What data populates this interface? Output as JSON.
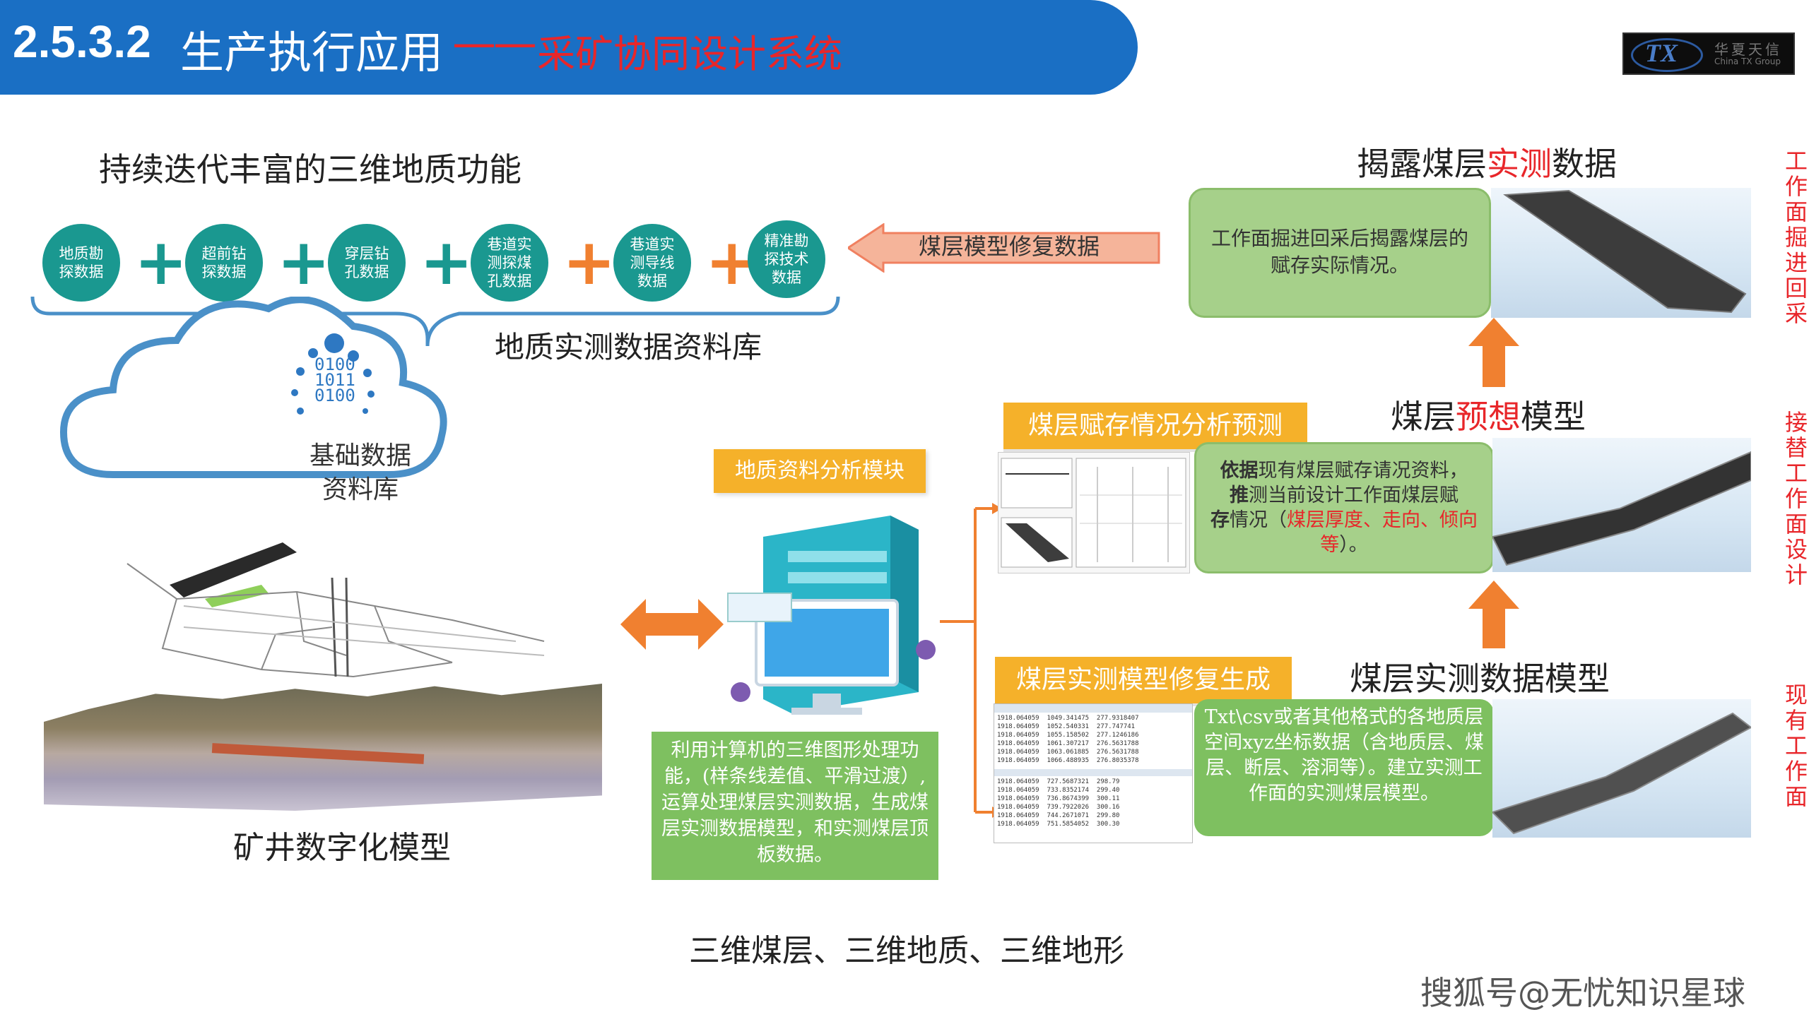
{
  "header": {
    "section_number": "2.5.3.2",
    "title": "生产执行应用",
    "dash": "——",
    "subtitle": "采矿协同设计系统",
    "logo": {
      "mark": "TX",
      "name_cn": "华夏天信",
      "name_en": "China TX Group"
    }
  },
  "left": {
    "heading": "持续迭代丰富的三维地质功能",
    "data_sources": [
      "地质勘\n探数据",
      "超前钻\n探数据",
      "穿层钻\n孔数据",
      "巷道实\n测探煤\n孔数据",
      "巷道实\n测导线\n数据",
      "精准勘\n探技术\n数据"
    ],
    "library_label": "地质实测数据资料库",
    "cloud_binary": [
      "0100",
      "1011",
      "0100"
    ],
    "cloud_label": "基础数据\n资料库",
    "mine_model_label": "矿井数字化模型"
  },
  "center": {
    "repair_arrow_label": "煤层模型修复数据",
    "module_tag": "地质资料分析模块",
    "module_desc": "利用计算机的三维图形处理功能，(样条线差值、平滑过渡）,运算处理煤层实测数据，生成煤层实测数据模型，和实测煤层顶板数据。",
    "bottom_caption": "三维煤层、三维地质、三维地形"
  },
  "right": {
    "top_title_a": "揭露煤层",
    "top_title_b": "实测",
    "top_title_c": "数据",
    "top_box": "工作面掘进回采后揭露煤层的赋存实际情况。",
    "mid_title_a": "煤层",
    "mid_title_b": "预想",
    "mid_title_c": "模型",
    "mid_tag": "煤层赋存情况分析预测",
    "mid_box_1a": "依据",
    "mid_box_1b": "现有煤层赋存请况资料，",
    "mid_box_2a": "推",
    "mid_box_2b": "测当前设计工作面煤层赋",
    "mid_box_3a": "存",
    "mid_box_3b": "情况（",
    "mid_box_3c": "煤层厚度、走向、倾向等",
    "mid_box_3d": "）。",
    "bot_title": "煤层实测数据模型",
    "bot_tag": "煤层实测模型修复生成",
    "bot_box": "Txt\\csv或者其他格式的各地质层空间xyz坐标数据（含地质层、煤层、断层、溶洞等）。建立实测工作面的实测煤层模型。",
    "side_labels": [
      "工作面掘进回采",
      "接替工作面设计",
      "现有工作面"
    ],
    "table_rows": [
      [
        "1918.064059",
        "1049.341475",
        "277.9318407"
      ],
      [
        "1918.064059",
        "1052.540331",
        "277.747741"
      ],
      [
        "1918.064059",
        "1055.158502",
        "277.1246186"
      ],
      [
        "1918.064059",
        "1061.307217",
        "276.5631788"
      ],
      [
        "1918.064059",
        "1063.061885",
        "276.5631788"
      ],
      [
        "1918.064059",
        "1066.488935",
        "276.8035378"
      ]
    ],
    "table_rows_2": [
      [
        "1918.064059",
        "727.5687321",
        "298.79"
      ],
      [
        "1918.064059",
        "733.8352174",
        "299.40"
      ],
      [
        "1918.064059",
        "736.8674399",
        "300.11"
      ],
      [
        "1918.064059",
        "739.7922026",
        "300.16"
      ],
      [
        "1918.064059",
        "744.2671071",
        "299.80"
      ],
      [
        "1918.064059",
        "751.5854052",
        "300.30"
      ]
    ]
  },
  "watermark": "搜狐号@无忧知识星球"
}
